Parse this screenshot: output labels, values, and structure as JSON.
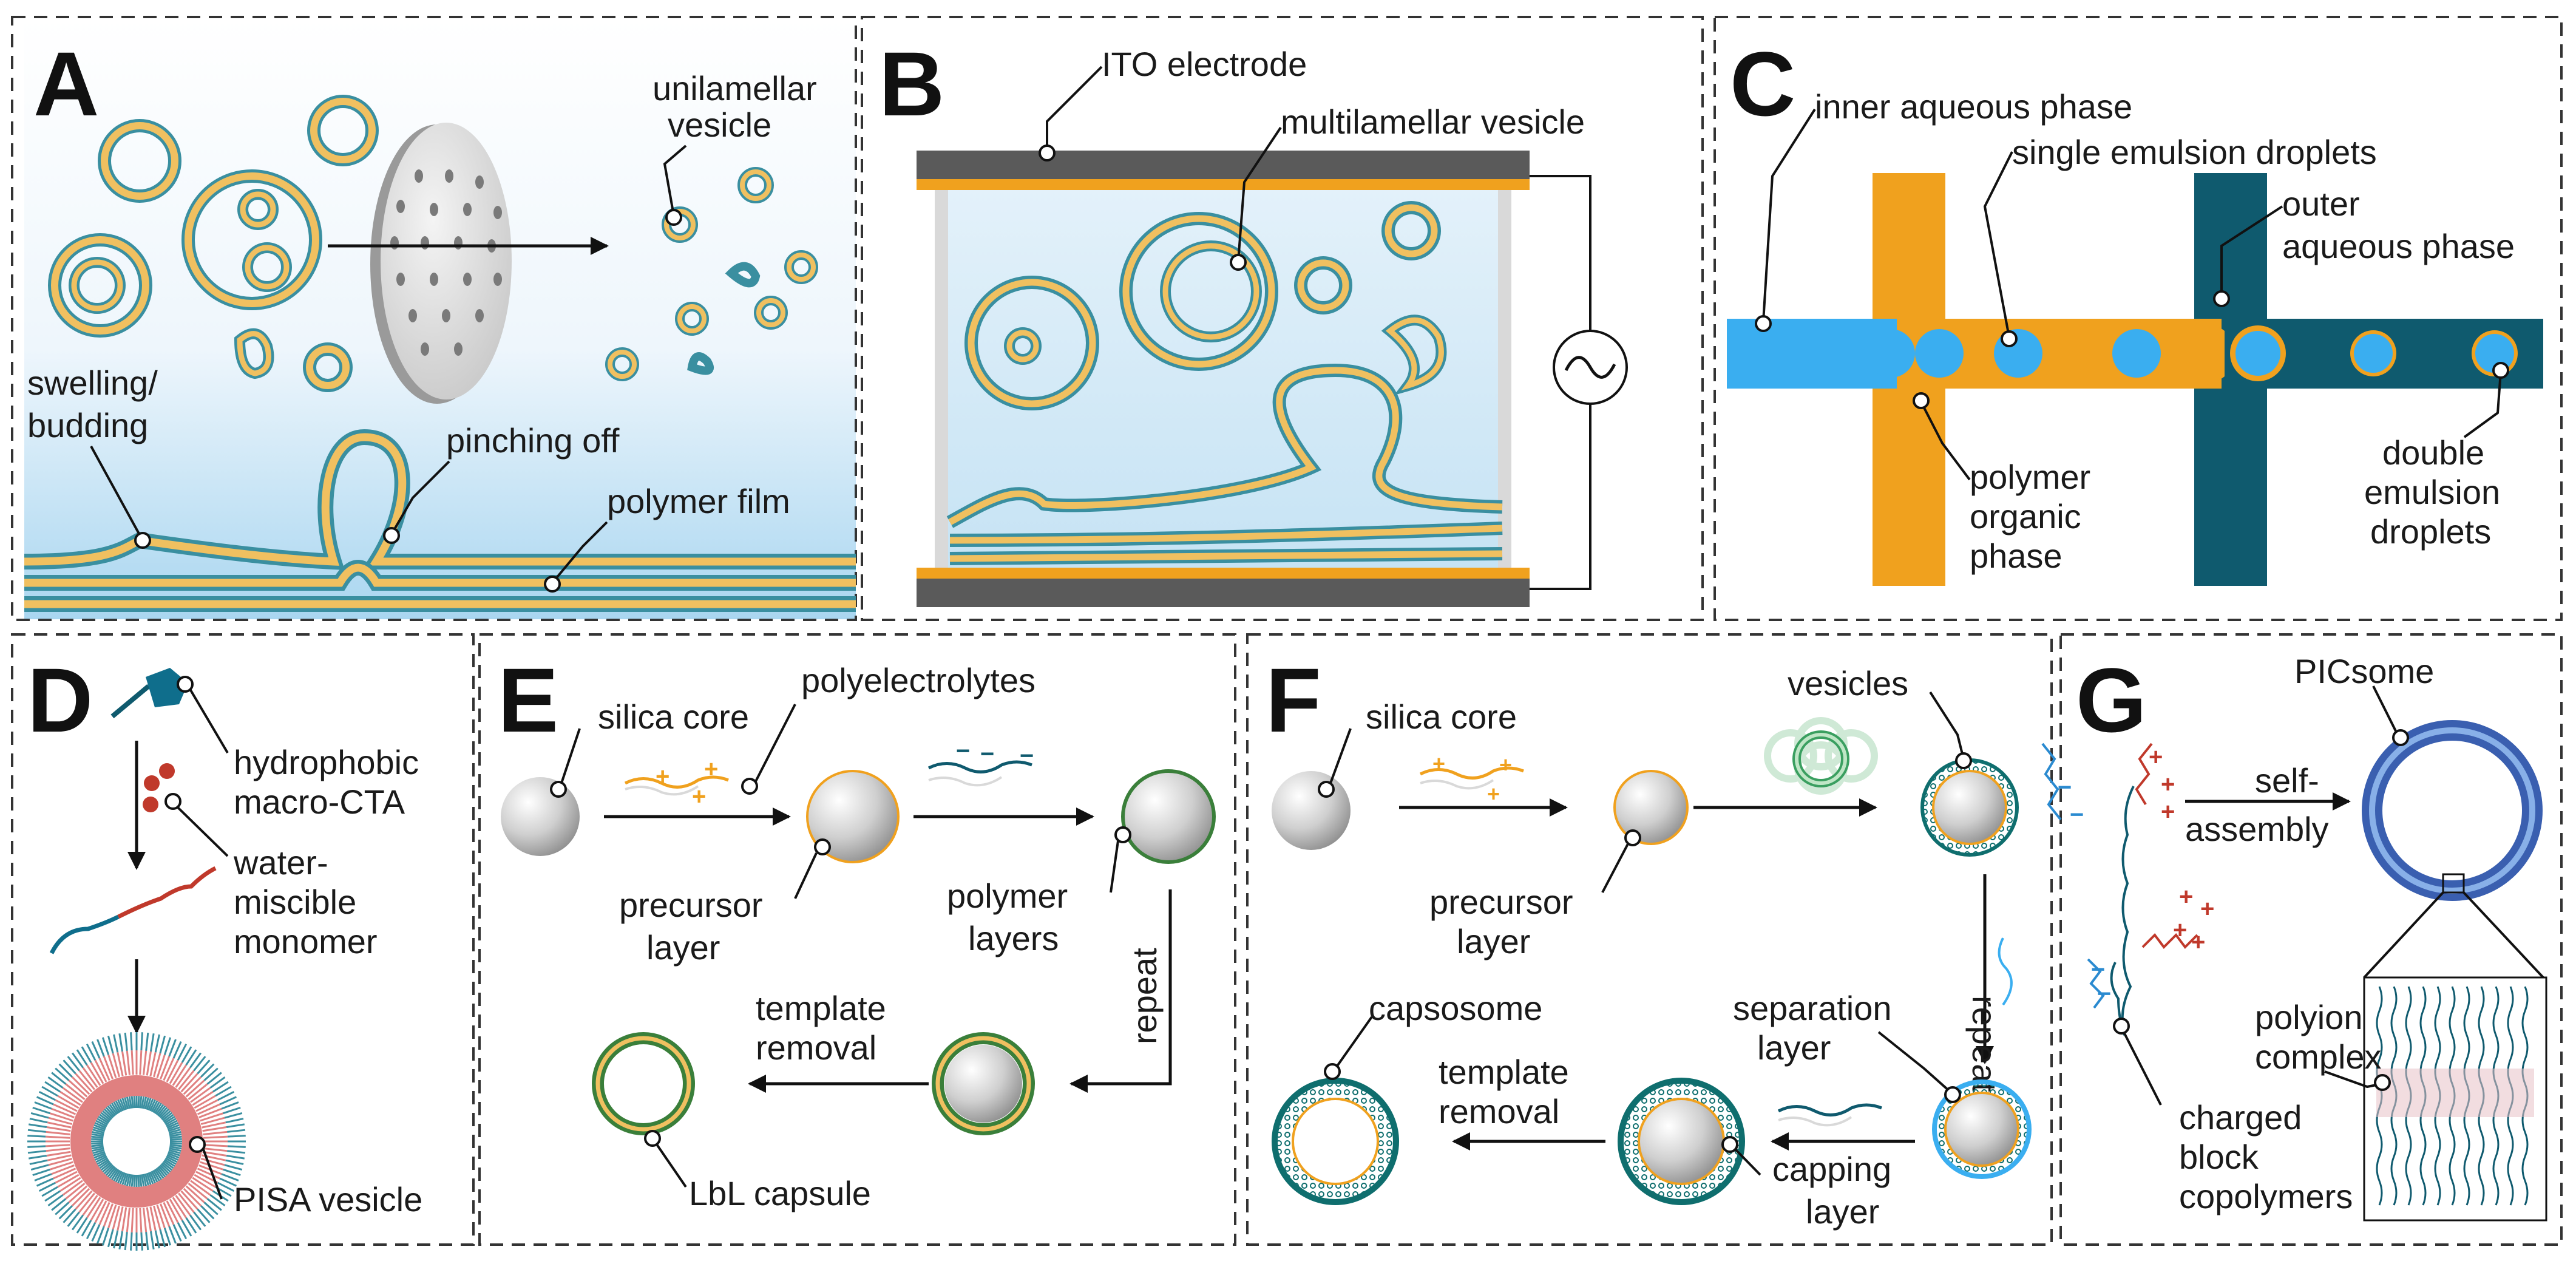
{
  "colors": {
    "membrane_outer": "#3a8fa0",
    "membrane_inner": "#f0c060",
    "orange": "#f0a11e",
    "teal_dark": "#0f5a6e",
    "light_blue": "#3aaef0",
    "electrode_gray": "#5a5a5a",
    "positive": "#c0392b",
    "negative": "#2a8ad0"
  },
  "panels": {
    "A": {
      "letter": "A",
      "unilamellar": [
        "unilamellar",
        "vesicle"
      ],
      "swelling": [
        "swelling/",
        "budding"
      ],
      "pinching": "pinching off",
      "film": "polymer film"
    },
    "B": {
      "letter": "B",
      "ito": "ITO electrode",
      "multilamellar": "multilamellar vesicle"
    },
    "C": {
      "letter": "C",
      "inner": "inner aqueous phase",
      "single": "single emulsion droplets",
      "outer": [
        "outer",
        "aqueous phase"
      ],
      "organic": [
        "polymer",
        "organic",
        "phase"
      ],
      "double": [
        "double",
        "emulsion",
        "droplets"
      ]
    },
    "D": {
      "letter": "D",
      "cta": [
        "hydrophobic",
        "macro-CTA"
      ],
      "monomer": [
        "water-",
        "miscible",
        "monomer"
      ],
      "pisa": "PISA vesicle"
    },
    "E": {
      "letter": "E",
      "core": "silica core",
      "polyelectrolytes": "polyelectrolytes",
      "precursor": [
        "precursor",
        "layer"
      ],
      "polymer_layers": [
        "polymer",
        "layers"
      ],
      "repeat": "repeat",
      "template": [
        "template",
        "removal"
      ],
      "lbl": "LbL capsule"
    },
    "F": {
      "letter": "F",
      "core": "silica core",
      "vesicles": "vesicles",
      "precursor": [
        "precursor",
        "layer"
      ],
      "repeat": "repeat",
      "separation": [
        "separation",
        "layer"
      ],
      "capsosome": "capsosome",
      "template": [
        "template",
        "removal"
      ],
      "capping": [
        "capping",
        "layer"
      ]
    },
    "G": {
      "letter": "G",
      "picsome": "PICsome",
      "self_assembly": [
        "self-",
        "assembly"
      ],
      "polyion": [
        "polyion",
        "complex"
      ],
      "charged": [
        "charged",
        "block",
        "copolymers"
      ]
    }
  },
  "symbols": {
    "plus": "+",
    "minus": "−"
  }
}
